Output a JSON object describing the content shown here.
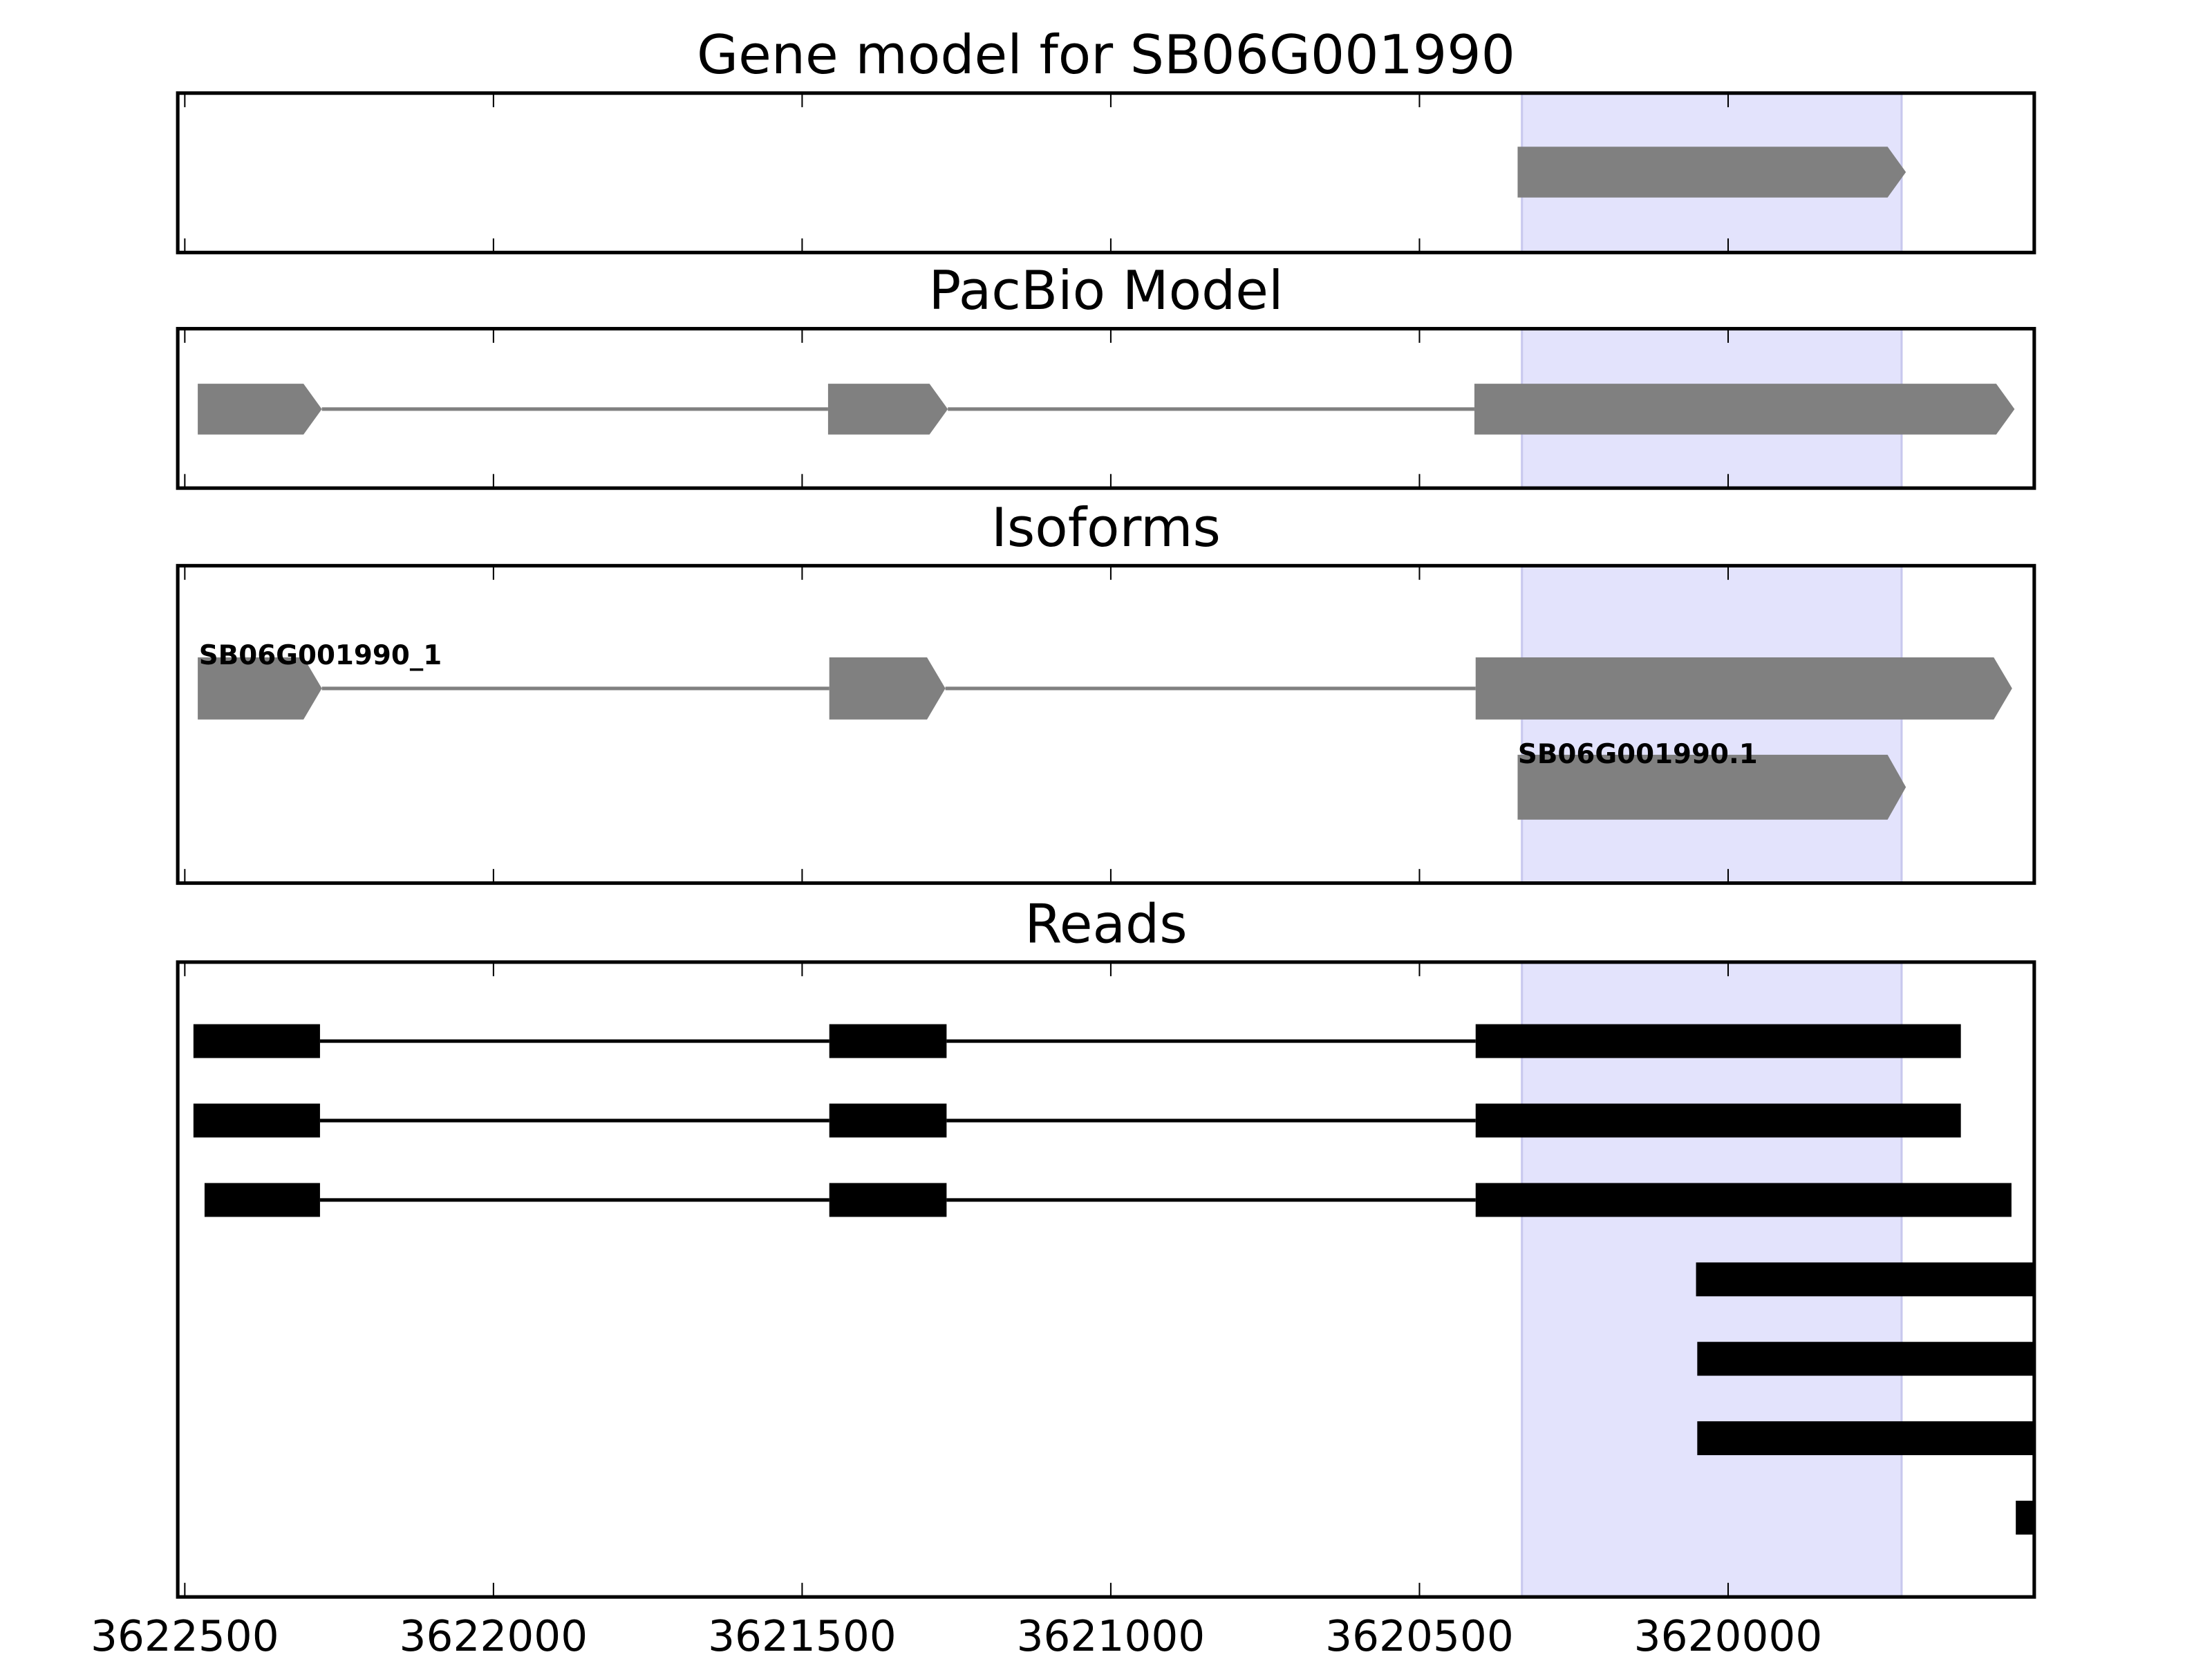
{
  "chart_data": [
    {
      "type": "gene-track",
      "title": "Gene model for SB06G001990",
      "xlim": [
        3622511,
        3619500
      ],
      "highlight": [
        3620334,
        3619719
      ],
      "features": [
        {
          "exons": [
            [
              3620341,
              3619712
            ]
          ],
          "label": "",
          "color": "#808080"
        }
      ]
    },
    {
      "type": "gene-track",
      "title": "PacBio Model",
      "xlim": [
        3622511,
        3619500
      ],
      "highlight": [
        3620334,
        3619719
      ],
      "features": [
        {
          "exons": [
            [
              3622479,
              3622278
            ],
            [
              3621458,
              3621264
            ],
            [
              3620411,
              3619536
            ]
          ],
          "label": "",
          "color": "#808080"
        }
      ]
    },
    {
      "type": "gene-track",
      "title": "Isoforms",
      "xlim": [
        3622511,
        3619500
      ],
      "highlight": [
        3620334,
        3619719
      ],
      "features": [
        {
          "exons": [
            [
              3622479,
              3622278
            ],
            [
              3621456,
              3621268
            ],
            [
              3620409,
              3619540
            ]
          ],
          "label": "SB06G001990_1",
          "color": "#808080"
        },
        {
          "exons": [
            [
              3620341,
              3619712
            ]
          ],
          "label": "SB06G001990.1",
          "color": "#808080"
        }
      ]
    },
    {
      "type": "reads",
      "title": "Reads",
      "xlim": [
        3622511,
        3619500
      ],
      "highlight": [
        3620334,
        3619719
      ],
      "xticks": [
        3622500,
        3622000,
        3621500,
        3621000,
        3620500,
        3620000
      ],
      "xticklabels": [
        "3622500",
        "3622000",
        "3621500",
        "3621000",
        "3620500",
        "3620000"
      ],
      "reads": [
        [
          [
            3622486,
            3622281
          ],
          [
            3621456,
            3621266
          ],
          [
            3620409,
            3619623
          ]
        ],
        [
          [
            3622486,
            3622281
          ],
          [
            3621456,
            3621266
          ],
          [
            3620409,
            3619623
          ]
        ],
        [
          [
            3622468,
            3622281
          ],
          [
            3621456,
            3621266
          ],
          [
            3620409,
            3619541
          ]
        ],
        [
          [
            3620052,
            3619500
          ]
        ],
        [
          [
            3620050,
            3619500
          ]
        ],
        [
          [
            3620050,
            3619500
          ]
        ],
        [
          [
            3619534,
            3619500
          ]
        ]
      ]
    }
  ],
  "colors": {
    "highlight": "#e3e3fc",
    "highlight_edge": "#c8c8ee",
    "feature": "#808080",
    "read": "#000000"
  }
}
